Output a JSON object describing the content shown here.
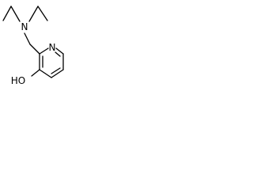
{
  "molecule": {
    "atom_labels": {
      "amine_nitrogen": "N",
      "ring_nitrogen": "N",
      "hydroxyl": "HO"
    }
  },
  "colors": {
    "bond": "#000000",
    "label": "#000000",
    "background": "#ffffff"
  }
}
